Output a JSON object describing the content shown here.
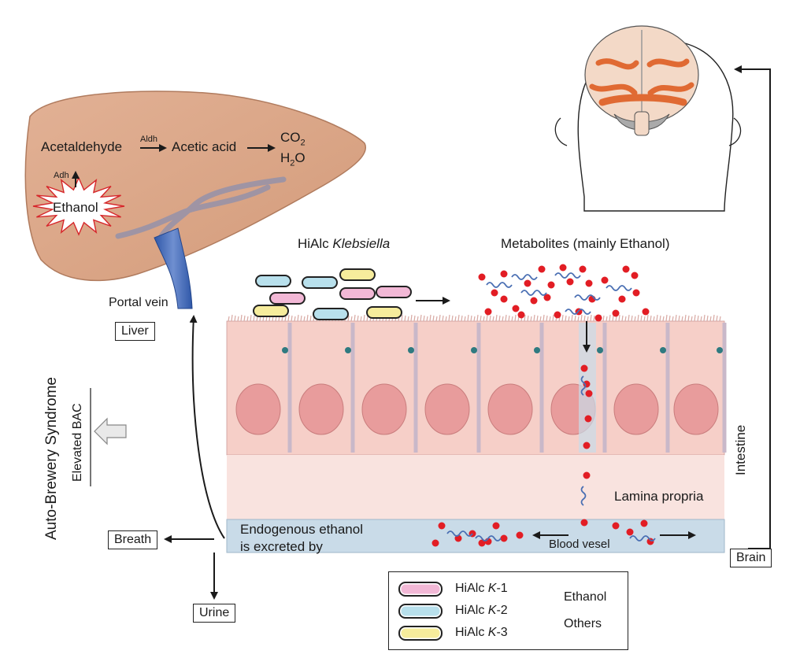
{
  "diagram": {
    "liver": {
      "pathway": {
        "ethanol": "Ethanol",
        "adh": "Adh",
        "acetaldehyde": "Acetaldehyde",
        "aldh": "Aldh",
        "acetic_acid": "Acetic acid",
        "co2": "CO",
        "co2_sub": "2",
        "h2o_h": "H",
        "h2o_sub": "2",
        "h2o_o": "O"
      },
      "portal_vein_label": "Portal vein",
      "liver_box": "Liver"
    },
    "bacteria_label_prefix": "HiAlc ",
    "bacteria_label_genus": "Klebsiella",
    "metabolites_label": "Metabolites (mainly Ethanol)",
    "intestine_label": "Intestine",
    "lamina_propria_label": "Lamina propria",
    "blood_vessel_label": "Blood vesel",
    "excretion_line1": "Endogenous ethanol",
    "excretion_line2": "is excreted by",
    "breath_box": "Breath",
    "urine_box": "Urine",
    "brain_box": "Brain",
    "syndrome_label": "Auto-Brewery Syndrome",
    "bac_label": "Elevated BAC",
    "legend": {
      "strains": [
        {
          "prefix": "HiAlc ",
          "strain": "K",
          "suffix": "-1",
          "color": "#f2b8d6"
        },
        {
          "prefix": "HiAlc ",
          "strain": "K",
          "suffix": "-2",
          "color": "#b8e0ec"
        },
        {
          "prefix": "HiAlc ",
          "strain": "K",
          "suffix": "-3",
          "color": "#f6ec9c"
        }
      ],
      "ethanol": "Ethanol",
      "others": "Others"
    },
    "colors": {
      "liver": "#dca683",
      "mucosa": "#f6cfc8",
      "nucleus": "#e89c9c",
      "lamina": "#f9e3df",
      "blood": "#c9dbe8",
      "ethanol_dot": "#e21d24",
      "others_squiggle": "#4a6fb3",
      "burst": "#d6262a"
    }
  }
}
